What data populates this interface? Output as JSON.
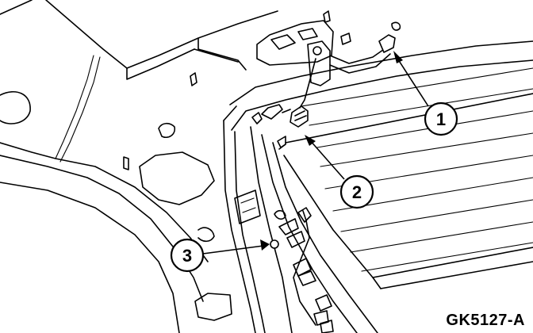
{
  "callouts": [
    {
      "label": "1"
    },
    {
      "label": "2"
    },
    {
      "label": "3"
    }
  ],
  "figure_id": "GK5127-A"
}
